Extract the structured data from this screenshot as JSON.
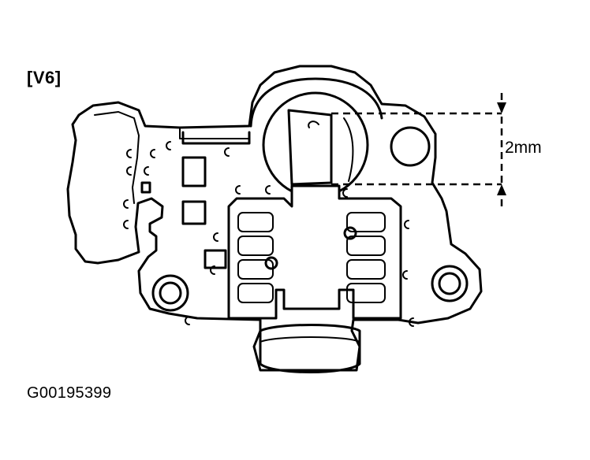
{
  "labels": {
    "variant": "[V6]",
    "figure_id": "G00195399",
    "dimension": "2mm"
  }
}
